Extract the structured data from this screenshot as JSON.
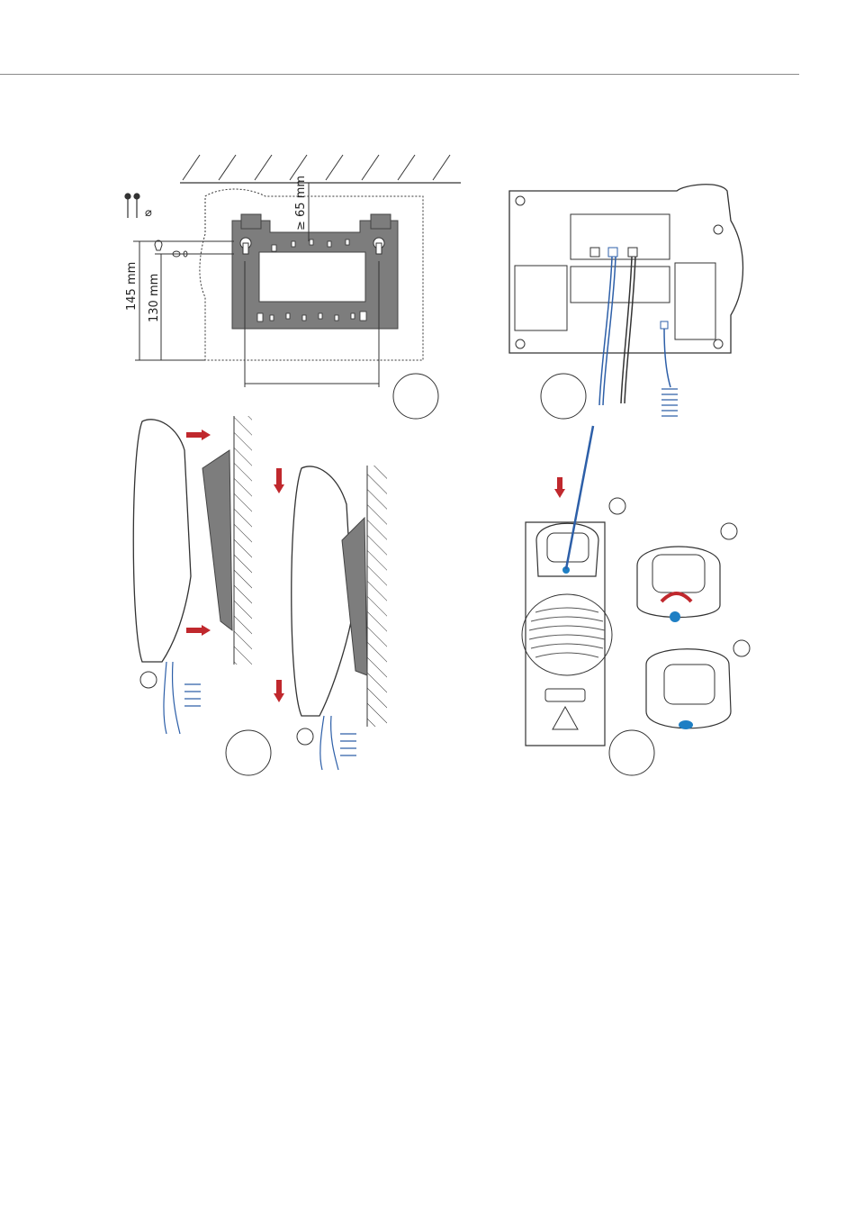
{
  "figures": {
    "wall_bracket": {
      "dim_top": "≥ 65 mm",
      "dim_outer": "145 mm",
      "dim_inner": "130 mm",
      "screw_diameter_symbol": "⌀",
      "step_circle": ""
    },
    "cable_routing": {
      "step_circle": ""
    },
    "mounting_side": {
      "sub_a": "",
      "sub_b": "",
      "step_circle": ""
    },
    "hook_switch": {
      "sub_a": "",
      "sub_b": "",
      "sub_c": "",
      "step_circle": ""
    }
  },
  "colors": {
    "line": "#333333",
    "bracket_fill": "#7d7d7d",
    "arrow_red": "#c0282d",
    "cable_blue": "#2d5fa8",
    "tab_blue": "#1e7fc4",
    "header_rule": "#8a8a8a"
  }
}
